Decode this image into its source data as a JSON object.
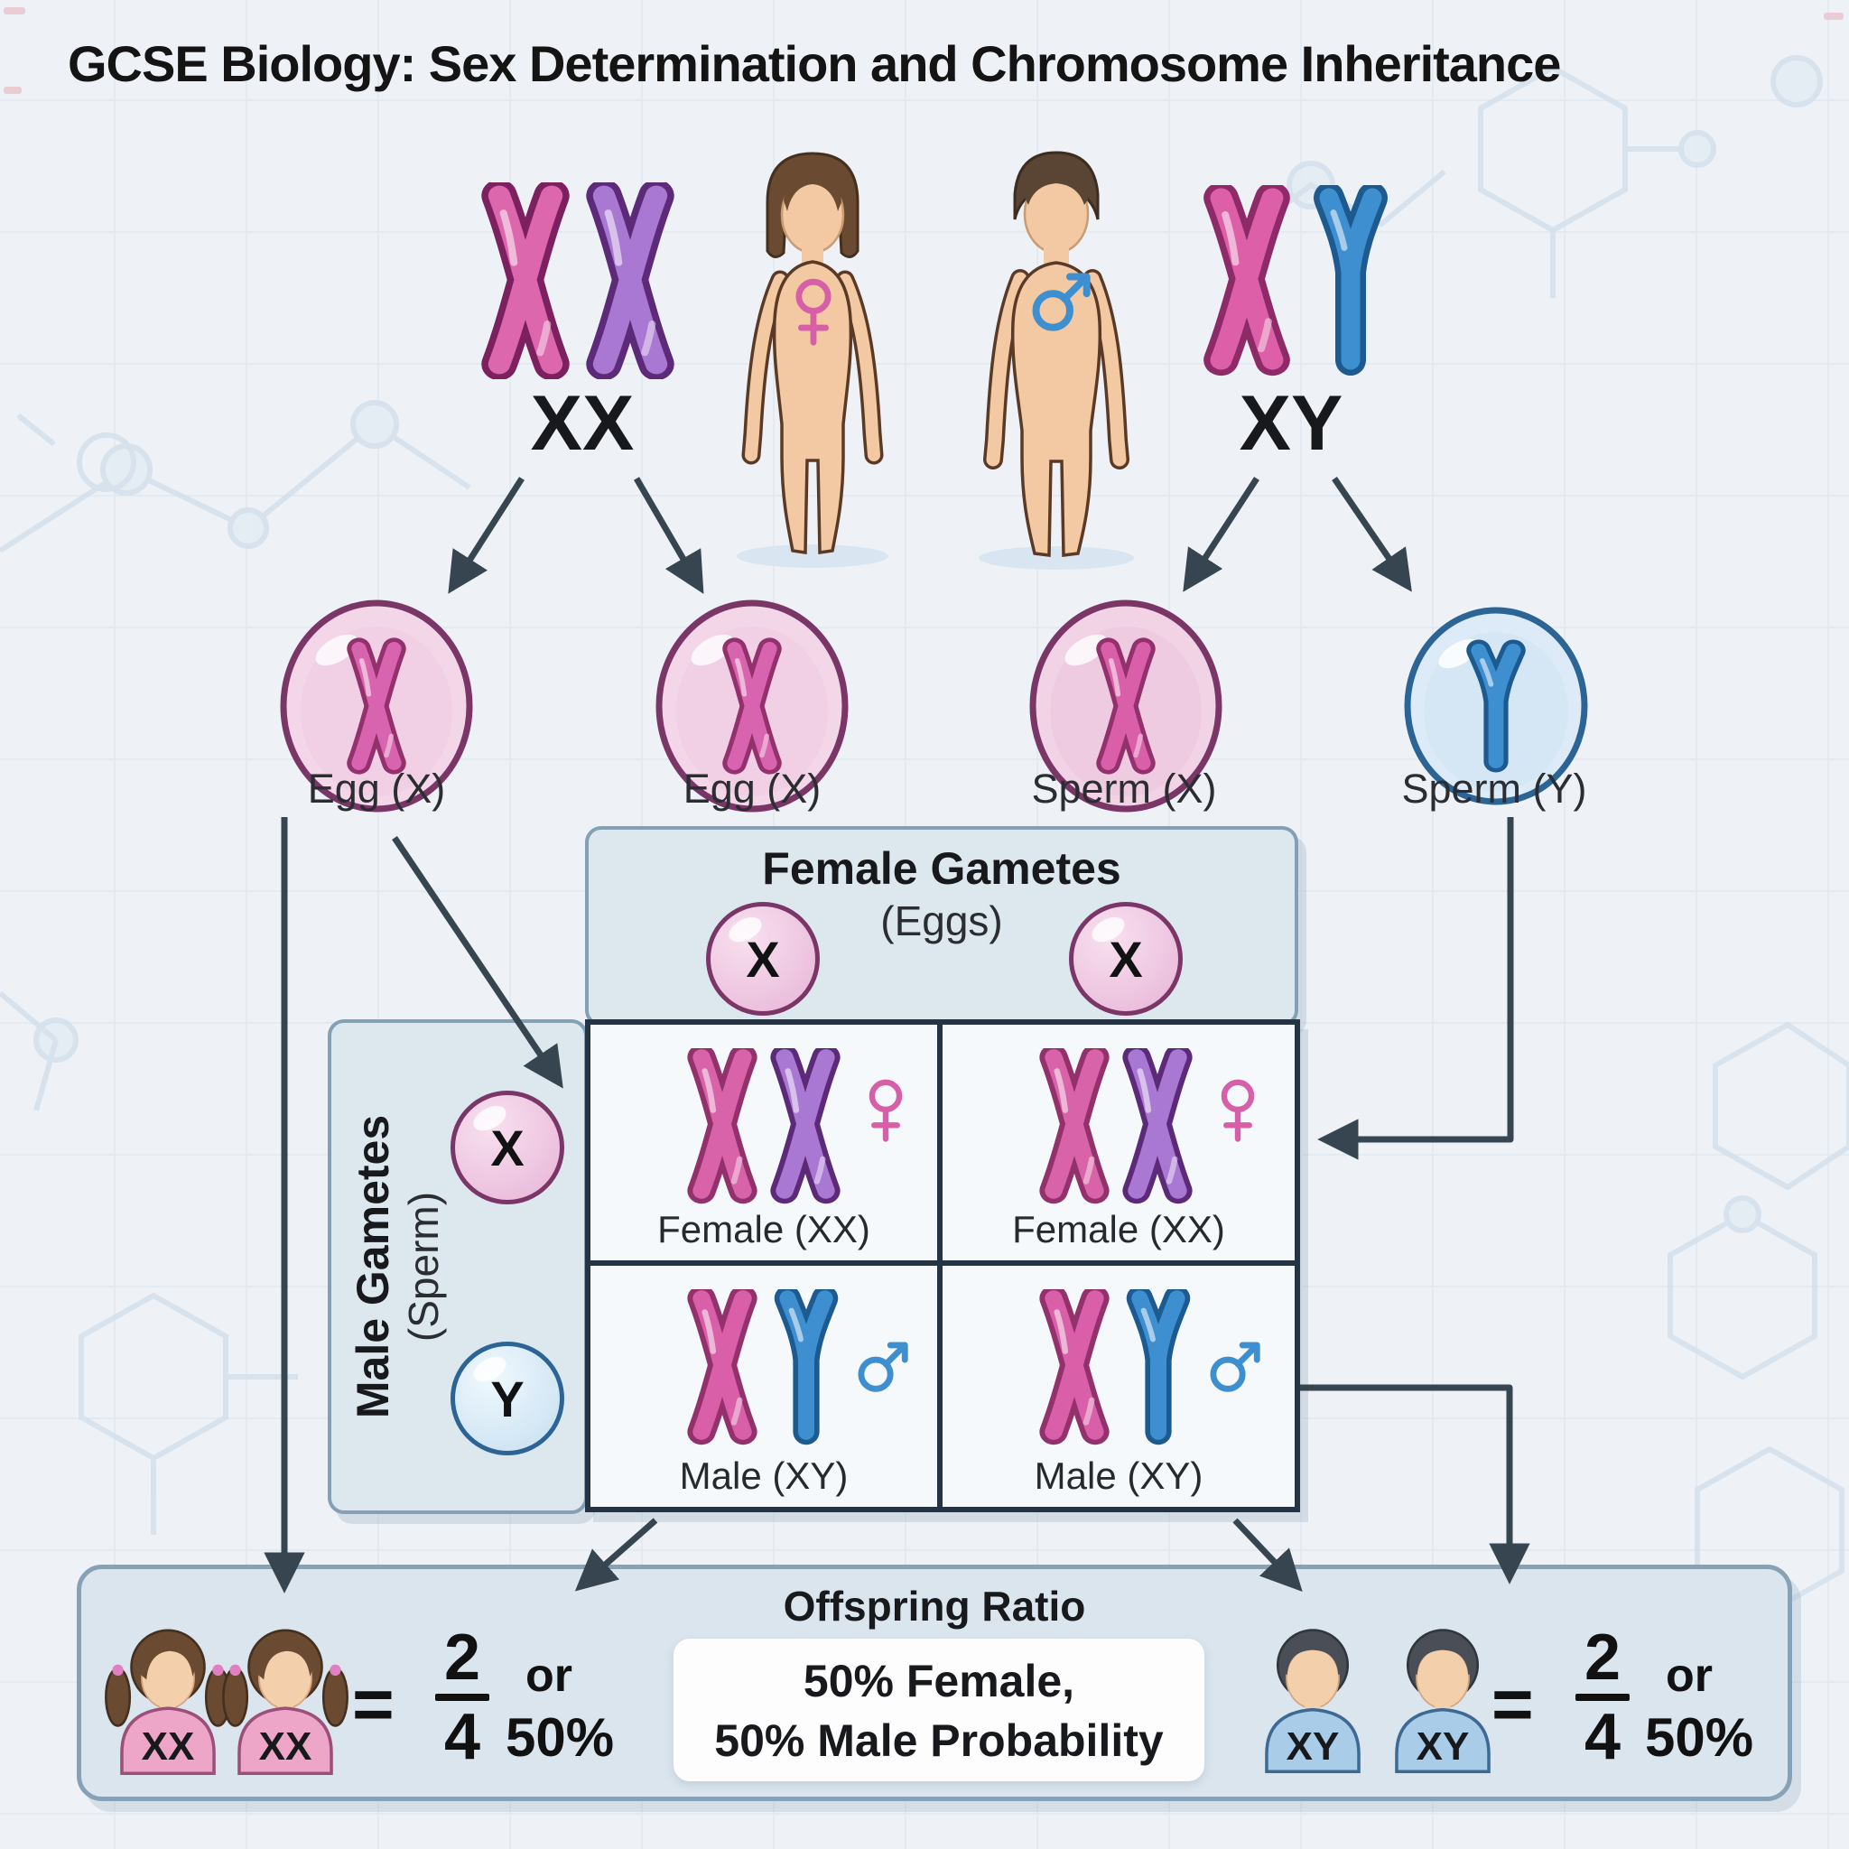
{
  "title": "GCSE Biology: Sex Determination and Chromosome Inheritance",
  "parents": {
    "female": {
      "karyotype": "XX"
    },
    "male": {
      "karyotype": "XY"
    }
  },
  "gametes": {
    "egg1_label": "Egg (X)",
    "egg2_label": "Egg (X)",
    "sperm_x_label": "Sperm (X)",
    "sperm_y_label": "Sperm (Y)"
  },
  "punnett": {
    "col_title": "Female Gametes",
    "col_subtitle": "(Eggs)",
    "col_gamete_1": "X",
    "col_gamete_2": "X",
    "row_title": "Male Gametes",
    "row_subtitle": "(Sperm)",
    "row_gamete_1": "X",
    "row_gamete_2": "Y",
    "cell_female_label": "Female (XX)",
    "cell_male_label": "Male (XY)"
  },
  "offspring": {
    "title": "Offspring Ratio",
    "probability_line1": "50% Female,",
    "probability_line2": "50% Male Probability",
    "girl_chest_label": "XX",
    "boy_chest_label": "XY",
    "equals": "=",
    "fraction_numerator": "2",
    "fraction_denominator": "4",
    "or_text": "or",
    "percent": "50%"
  },
  "colors": {
    "pink_chromosome": "#dd67ad",
    "purple_chromosome": "#a978d2",
    "blue_chromosome": "#3e8fd0",
    "arrow": "#36454f",
    "egg_cell_fill": "#f3d7e9",
    "sperm_y_cell_fill": "#dcebf7",
    "panel_fill": "#dde7ee",
    "female_symbol": "#d75fa8",
    "male_symbol": "#3e8fd0"
  }
}
